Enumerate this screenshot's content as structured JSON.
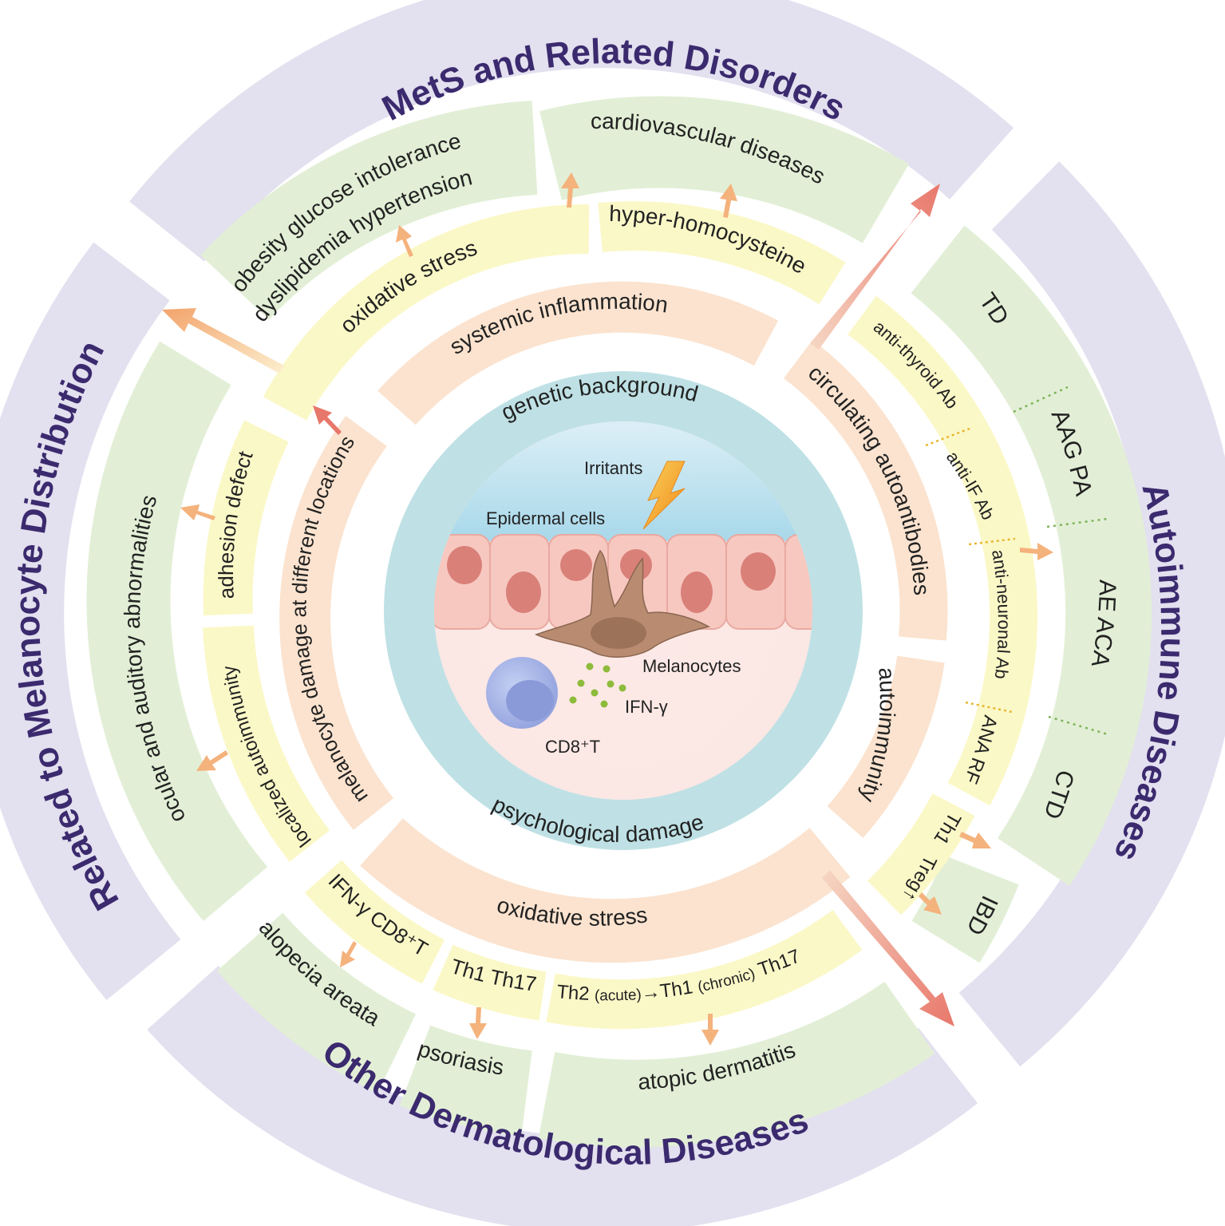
{
  "colors": {
    "outer_ring": "#e3e0ef",
    "quadrant_title": "#3b2a6e",
    "disease_band": "#e2efd6",
    "mediator_band": "#fbf8c8",
    "inner_band": "#fbe3cf",
    "core_ring": "#bfe1e5",
    "arrow_light": "#f4b27c",
    "arrow_strong": "#e8776b"
  },
  "quadrants": {
    "top": "MetS and Related Disorders",
    "right": "Autoimmune Diseases",
    "bottom": "Other Dermatological Diseases",
    "left": "Related to Melanocyte Distribution"
  },
  "mets": {
    "d1_line1": "obesity   glucose intolerance",
    "d1_line2": "dyslipidemia   hypertension",
    "d2": "cardiovascular diseases",
    "m1": "oxidative stress",
    "m2": "hyper-homocysteine"
  },
  "autoimmune": {
    "diseases": [
      "TD",
      "AAG  PA",
      "AE  ACA",
      "CTD",
      "IBD"
    ],
    "mediators": [
      "anti-thyroid Ab",
      "anti-IF Ab",
      "anti-neuronal Ab",
      "ANA  RF"
    ],
    "th_line1": "Th1",
    "th_line2": "Treg↑"
  },
  "dermatological": {
    "diseases": [
      "alopecia areata",
      "psoriasis",
      "atopic dermatitis"
    ],
    "m1": "IFN-γ CD8⁺T",
    "m2": "Th1 Th17",
    "m3_a": "Th2",
    "m3_b": "(acute)",
    "m3_c": "→Th1",
    "m3_d": "(chronic)",
    "m3_e": "Th17"
  },
  "melanocyte": {
    "disease": "ocular and auditory abnormalities",
    "m1": "adhesion defect",
    "m2": "localized autoimmunity"
  },
  "inner": {
    "top": "systemic inflammation",
    "right_top": "circulating autoantibodies",
    "right_bottom": "autoimmunity",
    "bottom": "oxidative stress",
    "left": "melanocyte damage at different locations"
  },
  "core": {
    "top": "genetic background",
    "bottom": "psychological damage",
    "irritants": "Irritants",
    "epidermal": "Epidermal cells",
    "melanocytes": "Melanocytes",
    "ifn": "IFN-γ",
    "cd8": "CD8⁺T"
  }
}
